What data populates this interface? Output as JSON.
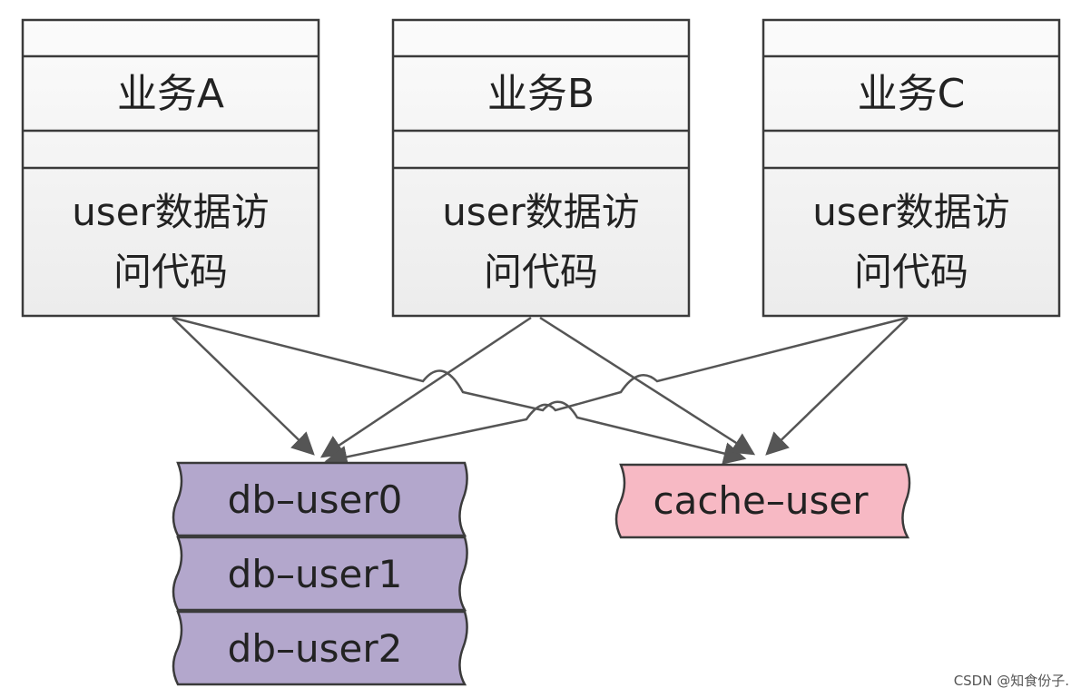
{
  "services": [
    {
      "title": "业务A",
      "code_line1": "user数据访",
      "code_line2": "问代码"
    },
    {
      "title": "业务B",
      "code_line1": "user数据访",
      "code_line2": "问代码"
    },
    {
      "title": "业务C",
      "code_line1": "user数据访",
      "code_line2": "问代码"
    }
  ],
  "databases": [
    "db–user0",
    "db–user1",
    "db–user2"
  ],
  "cache": "cache–user",
  "watermark": "CSDN @知食份子.",
  "colors": {
    "box_fill": "#f5f5f5",
    "box_stroke": "#3a3a3a",
    "db_fill": "#b3a7cc",
    "cache_fill": "#f7b9c4",
    "arrow": "#555555"
  }
}
